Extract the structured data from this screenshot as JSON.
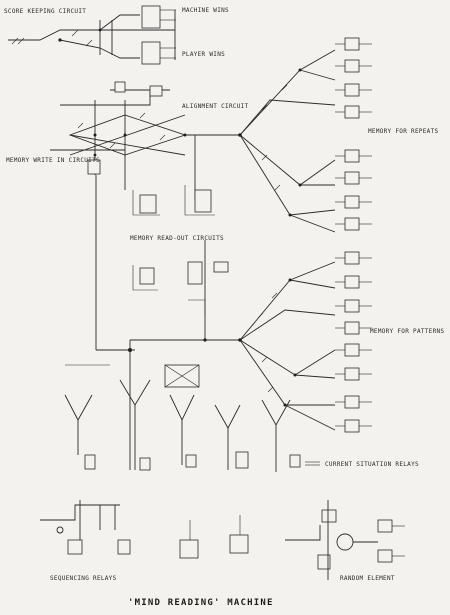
{
  "labels": {
    "score_keeping": "SCORE KEEPING CIRCUIT",
    "machine_wins": "MACHINE WINS",
    "player_wins": "PLAYER WINS",
    "alignment_circuit": "ALIGNMENT CIRCUIT",
    "memory_write_in": "MEMORY WRITE IN CIRCUITS",
    "memory_for_repeats": "MEMORY FOR REPEATS",
    "memory_read_out": "MEMORY READ-OUT CIRCUITS",
    "memory_for_patterns": "MEMORY FOR PATTERNS",
    "current_situation": "CURRENT SITUATION RELAYS",
    "sequencing_relays": "SEQUENCING RELAYS",
    "random_element": "RANDOM ELEMENT",
    "title": "'MIND READING' MACHINE"
  }
}
